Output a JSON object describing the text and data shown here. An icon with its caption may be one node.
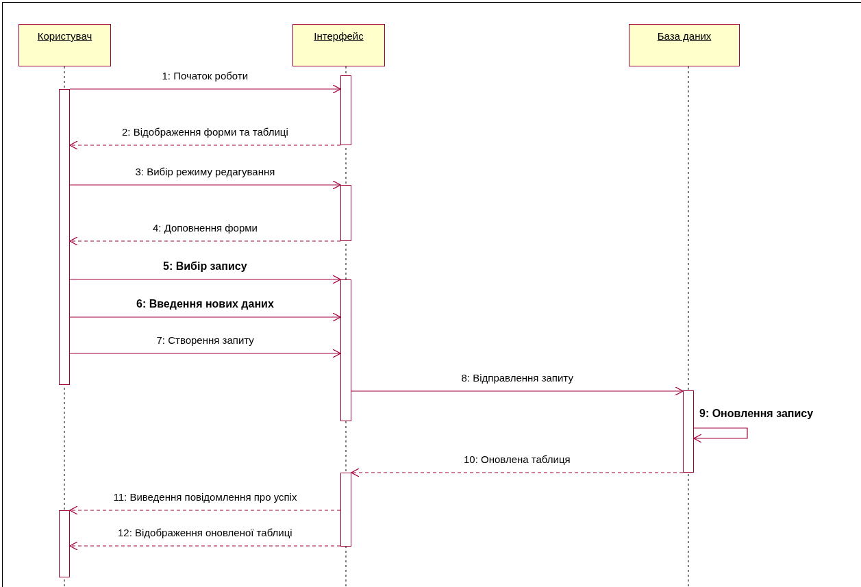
{
  "diagram": {
    "nodes": [
      {
        "text": [
          "Користувач"
        ]
      },
      {
        "text": [
          "Інтерфейс"
        ]
      },
      {
        "text": [
          "База даних"
        ]
      },
      {
        "text": [],
        "shape": "bar"
      },
      {
        "text": [],
        "shape": "bar"
      },
      {
        "text": [],
        "shape": "bar"
      },
      {
        "text": [],
        "shape": "bar"
      },
      {
        "text": [],
        "shape": "bar"
      },
      {
        "text": [],
        "shape": "bar"
      },
      {
        "text": [],
        "shape": "bar"
      }
    ],
    "edges": [
      {
        "from": 3,
        "to": 5,
        "arrow": "to",
        "label": "1: Початок роботи"
      },
      {
        "from": 5,
        "to": 3,
        "arrow": "to",
        "style": "dashed",
        "label": "2: Відображення форми та таблиці"
      },
      {
        "from": 3,
        "to": 6,
        "arrow": "to",
        "label": "3: Вибір режиму редагування"
      },
      {
        "from": 6,
        "to": 3,
        "arrow": "to",
        "style": "dashed",
        "label": "4: Доповнення форми"
      },
      {
        "from": 3,
        "to": 7,
        "arrow": "to",
        "label": "5: Вибір запису"
      },
      {
        "from": 3,
        "to": 7,
        "arrow": "to",
        "label": "6: Введення нових даних"
      },
      {
        "from": 3,
        "to": 7,
        "arrow": "to",
        "label": "7: Створення запиту"
      },
      {
        "from": 7,
        "to": 9,
        "arrow": "to",
        "label": "8: Відправлення запиту"
      },
      {
        "from": 9,
        "to": 9,
        "arrow": "to",
        "label": "9: Оновлення запису"
      },
      {
        "from": 9,
        "to": 8,
        "arrow": "to",
        "style": "dashed",
        "label": "10: Оновлена таблиця"
      },
      {
        "from": 8,
        "to": 4,
        "arrow": "to",
        "style": "dashed",
        "label": "11: Виведення повідомлення про успіх"
      },
      {
        "from": 8,
        "to": 4,
        "arrow": "to",
        "style": "dashed",
        "label": "12: Відображення оновленої таблиці"
      }
    ]
  }
}
